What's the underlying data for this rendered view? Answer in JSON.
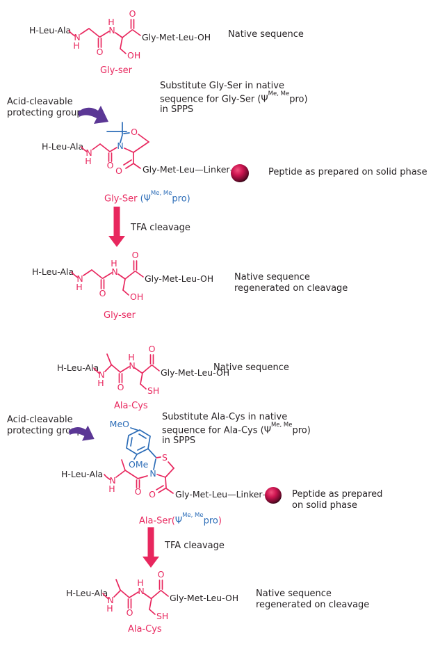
{
  "palette": {
    "pink": "#e8275e",
    "blue": "#2b6cb7",
    "purple": "#5b3795",
    "text": "#262224"
  },
  "chem": {
    "nterm": "H-Leu-Ala",
    "cterm": "Gly-Met-Leu-OH",
    "cterm_linker": "Gly-Met-Leu—Linker—",
    "atom_n": "N",
    "atom_h": "H",
    "atom_o": "O",
    "atom_s": "S",
    "hydroxyl": "OH",
    "thiol": "SH",
    "methoxy_top": "MeO",
    "methoxy_bottom": "OMe"
  },
  "sectionA": {
    "native": {
      "label": "Gly-ser",
      "caption": "Native sequence"
    },
    "substitute": {
      "line1": "Substitute Gly-Ser in native",
      "line2_pre": "sequence for Gly-Ser (Ψ",
      "sup": "Me, Me",
      "line2_post": "pro)",
      "line3": "in SPPS"
    },
    "acid": {
      "line1": "Acid-cleavable",
      "line2": "protecting group"
    },
    "pseudo": {
      "label_pink": "Gly-Ser ",
      "label_blue_open": "(Ψ",
      "label_sup": "Me, Me",
      "label_blue_close": "pro)",
      "label_pink_close": "",
      "caption": "Peptide as prepared on solid phase"
    },
    "tfa_label": "TFA cleavage",
    "regen": {
      "label": "Gly-ser",
      "caption_line1": "Native sequence",
      "caption_line2": "regenerated on cleavage"
    }
  },
  "sectionB": {
    "native": {
      "label": "Ala-Cys",
      "caption": "Native sequence"
    },
    "substitute": {
      "line1": "Substitute Ala-Cys in native",
      "line2_pre": "sequence for Ala-Cys (Ψ",
      "sup": "Me, Me",
      "line2_post": "pro)",
      "line3": "in SPPS"
    },
    "acid": {
      "line1": "Acid-cleavable",
      "line2": "protecting group"
    },
    "pseudo": {
      "label_pink": "Ala-Ser(",
      "label_blue_open": "Ψ",
      "label_sup": "Me, Me",
      "label_blue_close": "pro",
      "label_pink_close": ")",
      "caption_line1": "Peptide as prepared",
      "caption_line2": "on solid phase"
    },
    "tfa_label": "TFA cleavage",
    "regen": {
      "label": "Ala-Cys",
      "caption_line1": "Native sequence",
      "caption_line2": "regenerated on cleavage"
    }
  }
}
